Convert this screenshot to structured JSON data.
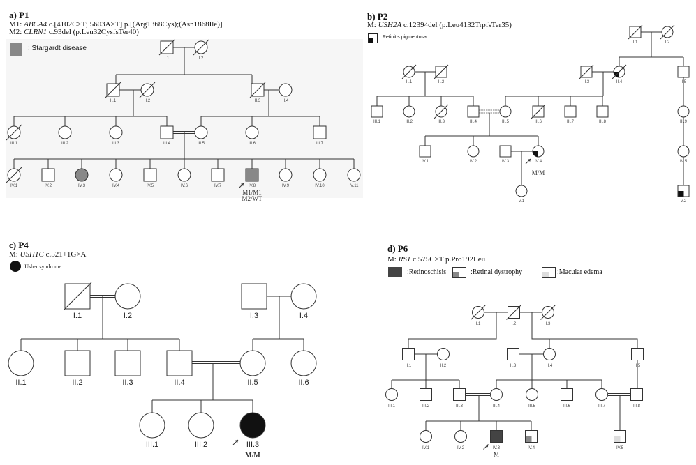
{
  "panels": [
    {
      "title": "a) P1",
      "mutations": [
        {
          "prefix": "M1: ",
          "gene": "ABCA4",
          "rest": " c.[4102C>T; 5603A>T] p.[(Arg1368Cys);(Asn1868Ile)]"
        },
        {
          "prefix": "M2: ",
          "gene": "CLRN1",
          "rest": " c.93del (p.Leu32CysfsTer40)"
        }
      ],
      "legend": [
        {
          "label": ": Stargardt disease",
          "style": "full",
          "color": "#888888"
        }
      ],
      "individuals": [
        {
          "id": "I.1",
          "sex": "male",
          "deceased": true
        },
        {
          "id": "I.2",
          "sex": "female",
          "deceased": true
        },
        {
          "id": "II.1",
          "sex": "male",
          "deceased": true
        },
        {
          "id": "II.2",
          "sex": "female",
          "deceased": true
        },
        {
          "id": "II.3",
          "sex": "male",
          "deceased": true
        },
        {
          "id": "II.4",
          "sex": "female"
        },
        {
          "id": "III.1",
          "sex": "female",
          "deceased": true
        },
        {
          "id": "III.2",
          "sex": "female"
        },
        {
          "id": "III.3",
          "sex": "female"
        },
        {
          "id": "III.4",
          "sex": "male"
        },
        {
          "id": "III.5",
          "sex": "female"
        },
        {
          "id": "III.6",
          "sex": "female"
        },
        {
          "id": "III.7",
          "sex": "male"
        },
        {
          "id": "IV.1",
          "sex": "female",
          "deceased": true
        },
        {
          "id": "IV.2",
          "sex": "male"
        },
        {
          "id": "IV.3",
          "sex": "female",
          "affected": 0
        },
        {
          "id": "IV.4",
          "sex": "female"
        },
        {
          "id": "IV.5",
          "sex": "male"
        },
        {
          "id": "IV.6",
          "sex": "female"
        },
        {
          "id": "IV.7",
          "sex": "male"
        },
        {
          "id": "IV.8",
          "sex": "male",
          "affected": 0,
          "proband": true,
          "genotype": [
            "M1/M1",
            "M2/WT"
          ]
        },
        {
          "id": "IV.9",
          "sex": "female"
        },
        {
          "id": "IV.10",
          "sex": "female"
        },
        {
          "id": "IV.11",
          "sex": "female"
        }
      ]
    },
    {
      "title": "b) P2",
      "mutations": [
        {
          "prefix": "M: ",
          "gene": "USH2A",
          "rest": " c.12394del (p.Leu4132TrpfsTer35)"
        }
      ],
      "legend": [
        {
          "label": ": Retinitis pigmentosa",
          "style": "quarter",
          "color": "#111111"
        }
      ],
      "individuals": [
        {
          "id": "I.1",
          "sex": "male",
          "deceased": true
        },
        {
          "id": "I.2",
          "sex": "female",
          "deceased": true
        },
        {
          "id": "II.1",
          "sex": "female",
          "deceased": true
        },
        {
          "id": "II.2",
          "sex": "male",
          "deceased": true
        },
        {
          "id": "II.3",
          "sex": "male",
          "deceased": true
        },
        {
          "id": "II.4",
          "sex": "female",
          "deceased": true,
          "affected": 0
        },
        {
          "id": "II.5",
          "sex": "male"
        },
        {
          "id": "III.1",
          "sex": "male"
        },
        {
          "id": "III.2",
          "sex": "female"
        },
        {
          "id": "III.3",
          "sex": "female",
          "deceased": true
        },
        {
          "id": "III.4",
          "sex": "male"
        },
        {
          "id": "III.5",
          "sex": "female"
        },
        {
          "id": "III.6",
          "sex": "male",
          "deceased": true
        },
        {
          "id": "III.7",
          "sex": "male"
        },
        {
          "id": "III.8",
          "sex": "male"
        },
        {
          "id": "III.9",
          "sex": "female"
        },
        {
          "id": "IV.1",
          "sex": "male"
        },
        {
          "id": "IV.2",
          "sex": "female"
        },
        {
          "id": "IV.3",
          "sex": "male"
        },
        {
          "id": "IV.4",
          "sex": "female",
          "affected": 0,
          "proband": true,
          "genotype": [
            "M/M"
          ]
        },
        {
          "id": "IV.5",
          "sex": "female"
        },
        {
          "id": "V.1",
          "sex": "female"
        },
        {
          "id": "V.2",
          "sex": "male",
          "affected": 0
        }
      ]
    },
    {
      "title": "c) P4",
      "mutations": [
        {
          "prefix": "M: ",
          "gene": "USH1C",
          "rest": " c.521+1G>A"
        }
      ],
      "legend": [
        {
          "label": ": Usher syndrome",
          "style": "full-circle",
          "color": "#111111"
        }
      ],
      "individuals": [
        {
          "id": "I.1",
          "sex": "male",
          "deceased": true
        },
        {
          "id": "I.2",
          "sex": "female"
        },
        {
          "id": "I.3",
          "sex": "male"
        },
        {
          "id": "I.4",
          "sex": "female"
        },
        {
          "id": "II.1",
          "sex": "female"
        },
        {
          "id": "II.2",
          "sex": "male"
        },
        {
          "id": "II.3",
          "sex": "male"
        },
        {
          "id": "II.4",
          "sex": "male"
        },
        {
          "id": "II.5",
          "sex": "female"
        },
        {
          "id": "II.6",
          "sex": "female"
        },
        {
          "id": "III.1",
          "sex": "female"
        },
        {
          "id": "III.2",
          "sex": "female"
        },
        {
          "id": "III.3",
          "sex": "female",
          "affected": 0,
          "proband": true,
          "genotype": [
            "M/M"
          ]
        }
      ]
    },
    {
      "title": "d) P6",
      "mutations": [
        {
          "prefix": "M: ",
          "gene": "RS1",
          "rest": " c.575C>T p.Pro192Leu"
        }
      ],
      "legend": [
        {
          "label": ":Retinoschisis",
          "style": "full",
          "color": "#444444"
        },
        {
          "label": ":Retinal dystrophy",
          "style": "quarter",
          "color": "#888888"
        },
        {
          "label": ":Macular edema",
          "style": "quarter",
          "color": "#dddddd"
        }
      ],
      "individuals": [
        {
          "id": "I.1",
          "sex": "female",
          "deceased": true
        },
        {
          "id": "I.2",
          "sex": "male",
          "deceased": true
        },
        {
          "id": "I.3",
          "sex": "female",
          "deceased": true
        },
        {
          "id": "II.1",
          "sex": "male"
        },
        {
          "id": "II.2",
          "sex": "female"
        },
        {
          "id": "II.3",
          "sex": "male"
        },
        {
          "id": "II.4",
          "sex": "female"
        },
        {
          "id": "II.5",
          "sex": "male"
        },
        {
          "id": "III.1",
          "sex": "female"
        },
        {
          "id": "III.2",
          "sex": "male"
        },
        {
          "id": "III.3",
          "sex": "male"
        },
        {
          "id": "III.4",
          "sex": "female"
        },
        {
          "id": "III.5",
          "sex": "female"
        },
        {
          "id": "III.6",
          "sex": "male"
        },
        {
          "id": "III.7",
          "sex": "female"
        },
        {
          "id": "III.8",
          "sex": "male"
        },
        {
          "id": "IV.1",
          "sex": "female"
        },
        {
          "id": "IV.2",
          "sex": "female"
        },
        {
          "id": "IV.3",
          "sex": "male",
          "affected": 0,
          "proband": true,
          "genotype": [
            "M"
          ]
        },
        {
          "id": "IV.4",
          "sex": "male",
          "affected": 1
        },
        {
          "id": "IV.5",
          "sex": "male",
          "affected": 2
        }
      ]
    }
  ]
}
